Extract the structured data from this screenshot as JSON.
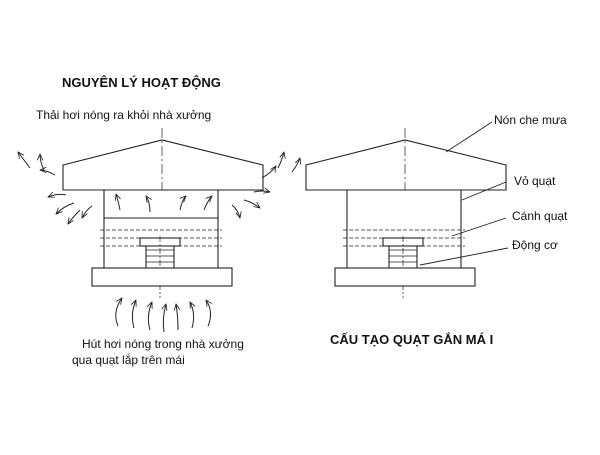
{
  "left_diagram": {
    "title": "NGUYÊN LÝ HOẠT ĐỘNG",
    "top_note": "Thải hơi nóng ra khỏi nhà xưởng",
    "bottom_note_line1": "Hút hơi nóng trong nhà xưởng",
    "bottom_note_line2": "qua quạt lắp trên mái"
  },
  "right_diagram": {
    "title": "CẤU TẠO QUẠT GẮN MÁ I",
    "labels": {
      "hood": "Nón che mưa",
      "housing": "Vỏ quạt",
      "blade": "Cánh quạt",
      "motor": "Động cơ"
    }
  },
  "colors": {
    "line": "#222222",
    "dash": "#444444"
  }
}
